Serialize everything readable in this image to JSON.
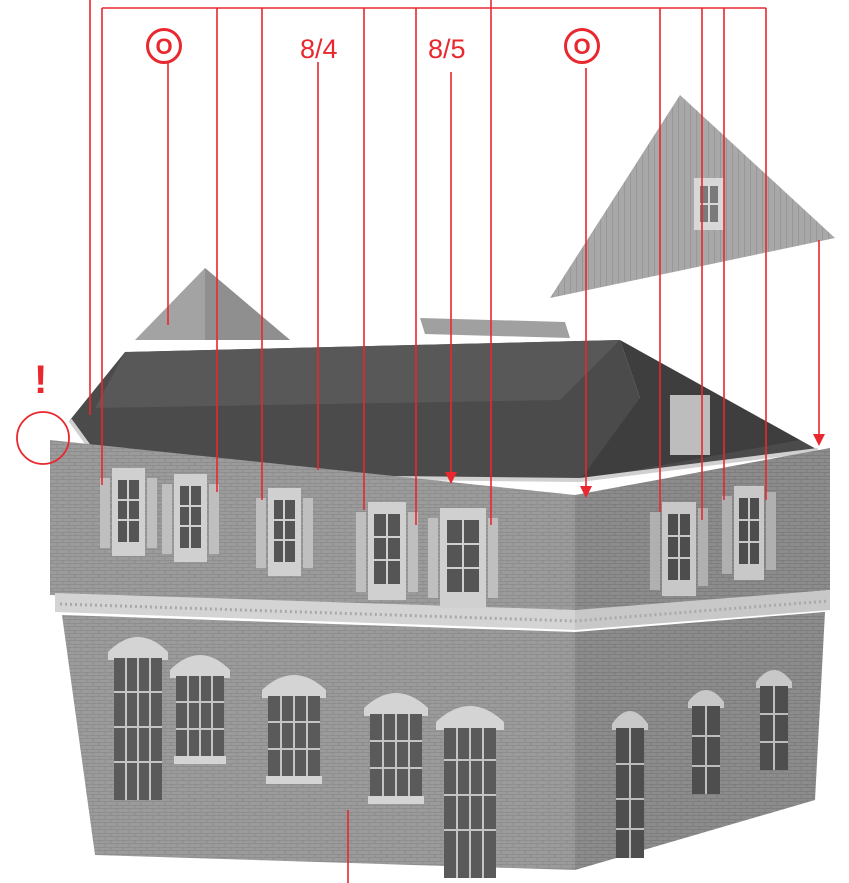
{
  "labels": {
    "part_a": "8/4",
    "part_b": "8/5",
    "optional_mark": "O",
    "warning_mark": "!"
  },
  "colors": {
    "callout": "#e8282e",
    "wall": "#9a9a9a",
    "wall_dark": "#858585",
    "roof": "#4a4a4a",
    "trim": "#d6d6d6"
  }
}
